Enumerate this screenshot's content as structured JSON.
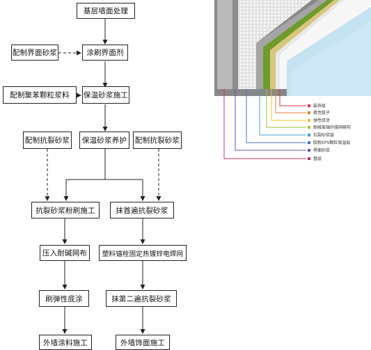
{
  "flowchart": {
    "nodes": {
      "base_treatment": "基层墙面处理",
      "prep_interface_mortar": "配制界面砂浆",
      "apply_interface_agent": "涂刷界面剂",
      "prep_eps_mortar": "配制聚苯颗粒浆料",
      "insulation_mortar": "保温砂浆施工",
      "prep_crack_mortar_left": "配制抗裂砂浆",
      "insulation_curing": "保温砂浆养护",
      "prep_crack_mortar_right": "配制抗裂砂浆",
      "crack_mortar_brush": "抗裂砂浆粉刷施工",
      "first_crack_coat": "抹首遍抗裂砂浆",
      "press_mesh": "压入耐碱网布",
      "fix_mesh": "塑料锚栓固定热镀锌电焊网",
      "elastic_primer": "刷弹性底涂",
      "second_crack_coat": "抹第二遍抗裂砂浆",
      "exterior_paint": "外墙涂料施工",
      "exterior_finish": "外墙饰面施工"
    }
  },
  "cross_section": {
    "colors": {
      "wall_gray": "#8a8a8a",
      "base_light": "#c8c8c8",
      "eps_dots": "#e8e8e8",
      "mesh_green": "#6a9a2a",
      "finish_layer": "#f0c060",
      "glass_blue": "#cce8f6",
      "frame_white": "#f7f7f7"
    },
    "legend": [
      {
        "label": "装饰层",
        "color": "#e0323a"
      },
      {
        "label": "柔性腻子",
        "color": "#ea7b2b"
      },
      {
        "label": "弹性底涂",
        "color": "#f0c02a"
      },
      {
        "label": "耐碱玻璃纤维网格布",
        "color": "#9cc23a"
      },
      {
        "label": "抗裂砂浆层",
        "color": "#3aa0d8"
      },
      {
        "label": "胶粉EPS颗粒保温层",
        "color": "#4a6fd0"
      },
      {
        "label": "界面砂浆",
        "color": "#6a4fb8"
      },
      {
        "label": "基层",
        "color": "#c0306a"
      }
    ]
  }
}
